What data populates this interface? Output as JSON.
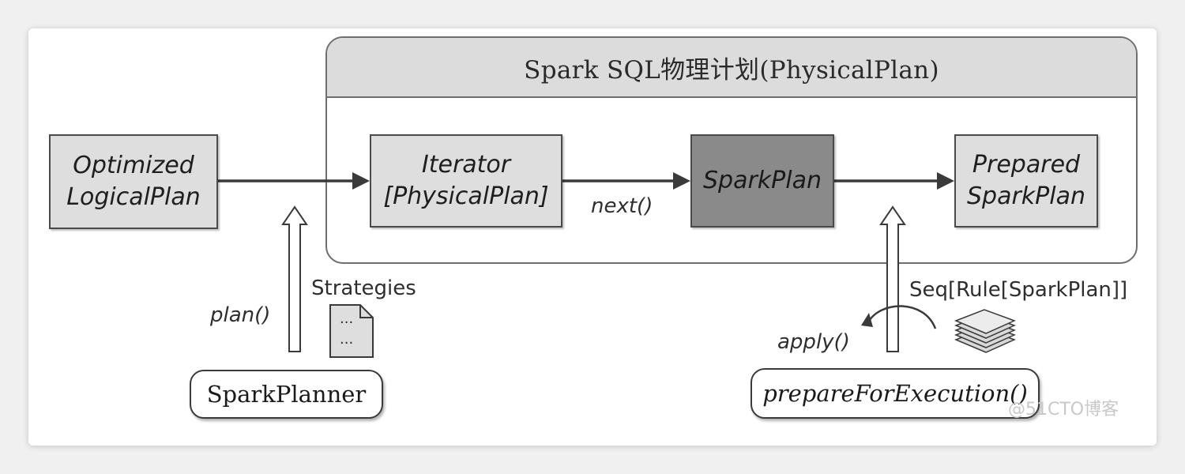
{
  "diagram": {
    "container_title": "Spark SQL物理计划(PhysicalPlan)",
    "nodes": {
      "optimized_logical_plan": "Optimized\nLogicalPlan",
      "iterator_physical_plan": "Iterator\n[PhysicalPlan]",
      "spark_plan": "SparkPlan",
      "prepared_spark_plan": "Prepared\nSparkPlan"
    },
    "edge_labels": {
      "next": "next()",
      "plan": "plan()",
      "apply": "apply()"
    },
    "annotations": {
      "strategies": "Strategies",
      "strategies_doc": "...",
      "seq_rule": "Seq[Rule[SparkPlan]]"
    },
    "sources": {
      "spark_planner": "SparkPlanner",
      "prepare_for_execution": "prepareForExecution()"
    }
  },
  "watermark": "@51CTO博客",
  "colors": {
    "background": "#f0f0f0",
    "card": "#ffffff",
    "header_fill": "#dcdcdc",
    "node_fill": "#dedede",
    "highlight_node_fill": "#8a8a8a",
    "stroke": "#3a3a3a"
  }
}
